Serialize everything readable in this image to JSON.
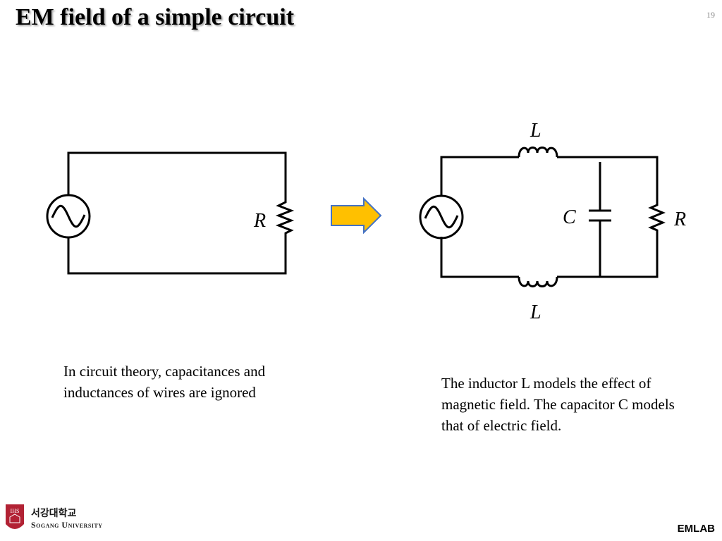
{
  "slide": {
    "title": "EM field of a simple circuit",
    "page_number": "19",
    "footer_label": "EMLAB"
  },
  "left_circuit": {
    "resistor_label": "R",
    "caption": "In circuit theory, capacitances and inductances of wires are ignored"
  },
  "right_circuit": {
    "inductor_top_label": "L",
    "inductor_bottom_label": "L",
    "capacitor_label": "C",
    "resistor_label": "R",
    "caption": "The inductor L models the effect of magnetic field. The capacitor C models that of electric field."
  },
  "logo": {
    "korean_name": "서강대학교",
    "english_name": "Sogang University",
    "seal_text": "IHS"
  },
  "colors": {
    "arrow_fill": "#FFC000",
    "arrow_stroke": "#4472C4",
    "logo_red": "#B22234"
  }
}
